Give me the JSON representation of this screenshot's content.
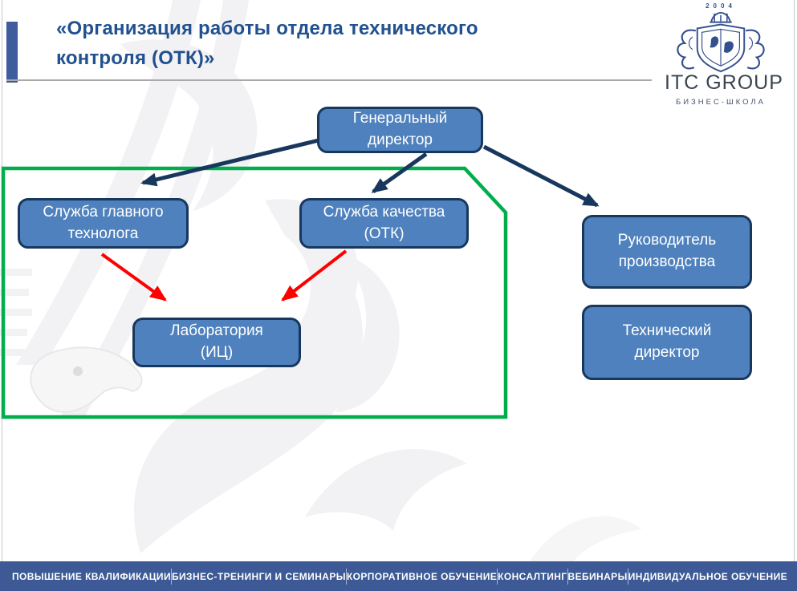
{
  "title": {
    "text": "«Организация работы отдела технического контроля (ОТК)»",
    "lines": [
      "«Организация работы отдела технического",
      "контроля (ОТК)»"
    ]
  },
  "logo": {
    "year": "2004",
    "name": "ITC GROUP",
    "tagline": "БИЗНЕС-ШКОЛА"
  },
  "chart": {
    "type": "org-chart",
    "nodes": [
      {
        "id": "general-director",
        "label": "Генеральный директор",
        "lines": [
          "Генеральный",
          "директор"
        ]
      },
      {
        "id": "chief-technologist-service",
        "label": "Служба главного технолога",
        "lines": [
          "Служба главного",
          "технолога"
        ]
      },
      {
        "id": "quality-service-otk",
        "label": "Служба качества (ОТК)",
        "lines": [
          "Служба качества",
          "(ОТК)"
        ]
      },
      {
        "id": "production-manager",
        "label": "Руководитель производства",
        "lines": [
          "Руководитель",
          "производства"
        ]
      },
      {
        "id": "laboratory-ic",
        "label": "Лаборатория (ИЦ)",
        "lines": [
          "Лаборатория",
          "(ИЦ)"
        ]
      },
      {
        "id": "technical-director",
        "label": "Технический директор",
        "lines": [
          "Технический",
          "директор"
        ]
      }
    ],
    "edges": [
      {
        "from": "general-director",
        "to": "chief-technologist-service",
        "color": "#17375d"
      },
      {
        "from": "general-director",
        "to": "quality-service-otk",
        "color": "#17375d"
      },
      {
        "from": "general-director",
        "to": "production-manager",
        "color": "#17375d"
      },
      {
        "from": "chief-technologist-service",
        "to": "laboratory-ic",
        "color": "#fe0000"
      },
      {
        "from": "quality-service-otk",
        "to": "laboratory-ic",
        "color": "#fe0000"
      }
    ],
    "highlight_frame": "green outline around chief technologist service, quality service (OTK) and laboratory (IC)"
  },
  "footer": {
    "items": [
      "ПОВЫШЕНИЕ КВАЛИФИКАЦИИ",
      "БИЗНЕС-ТРЕНИНГИ И СЕМИНАРЫ",
      "КОРПОРАТИВНОЕ ОБУЧЕНИЕ",
      "КОНСАЛТИНГ",
      "ВЕБИНАРЫ",
      "ИНДИВИДУАЛЬНОЕ ОБУЧЕНИЕ"
    ]
  },
  "colors": {
    "title_color": "#21518f",
    "accent": "#3f5c9e",
    "node_fill": "#4e81bd",
    "node_border": "#17375d",
    "navy_arrow": "#17375d",
    "red_arrow": "#fe0000",
    "green_frame": "#00ae4c",
    "footer_bg": "#3d5a96",
    "logo_blue": "#35508f",
    "logo_text": "#3a4550",
    "logo_tagline": "#46536b"
  }
}
